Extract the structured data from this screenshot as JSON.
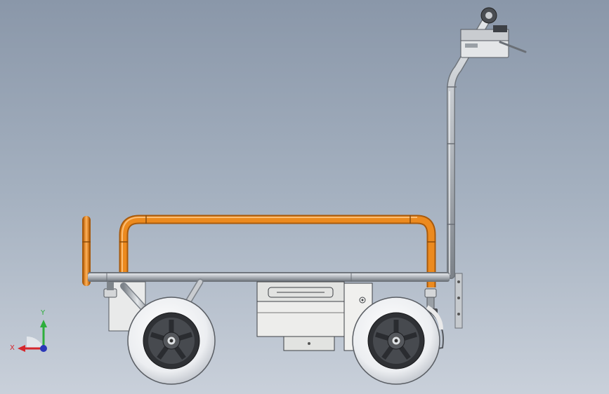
{
  "viewport": {
    "background_top": "#8a97a9",
    "background_bottom": "#c9d0da"
  },
  "model": {
    "components": [
      "handle-grip",
      "handle-control-box",
      "steering-column",
      "orange-guard-rail",
      "rear-orange-post",
      "main-frame-tube",
      "battery-box",
      "front-wheel",
      "rear-wheel",
      "caster-bracket"
    ],
    "colors": {
      "orange_rail": "#ec8a1e",
      "steel_tube": "#b9bec4",
      "tire": "#f2f3f5",
      "hub": "#3a3c40",
      "battery_box": "#e8e8e6"
    }
  },
  "triad": {
    "x_label": "X",
    "y_label": "Y",
    "x_color": "#d6262c",
    "y_color": "#2eae3c",
    "z_color": "#2a37b8"
  }
}
